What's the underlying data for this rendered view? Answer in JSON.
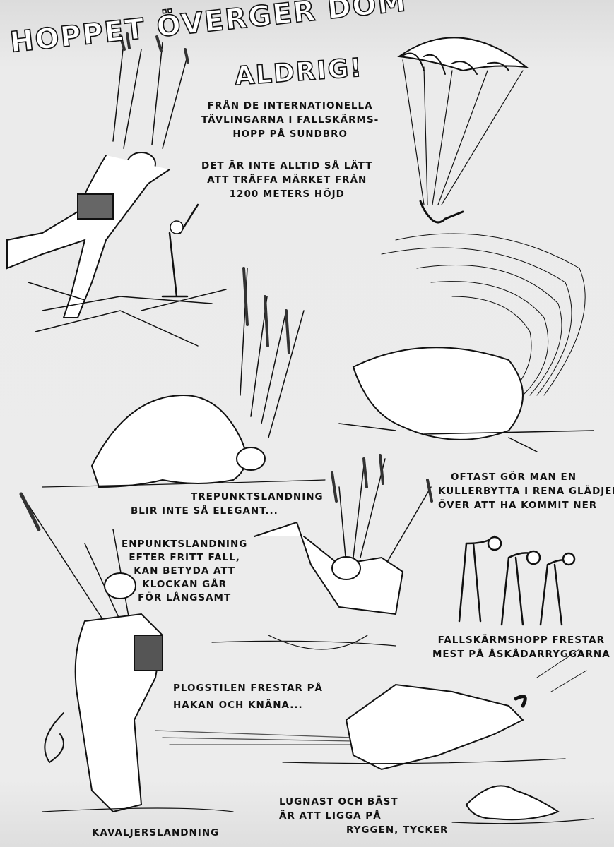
{
  "title": {
    "line1": "HOPPET ÖVERGER DOM",
    "line2": "ALDRIG!"
  },
  "intro": {
    "lines": [
      "FRÅN DE INTERNATIONELLA",
      "TÄVLINGARNA I FALLSKÄRMS-",
      "HOPP PÅ SUNDBRO"
    ]
  },
  "subtitle": {
    "lines": [
      "DET ÄR INTE ALLTID SÅ LÄTT",
      "ATT TRÄFFA MÄRKET FRÅN",
      "1200 METERS HÖJD"
    ]
  },
  "captions": {
    "trepunkt": [
      "TREPUNKTSLANDNING",
      "BLIR INTE SÅ ELEGANT..."
    ],
    "kullerbytta": [
      "OFTAST GÖR MAN EN",
      "KULLERBYTTA I RENA GLÄDJEN",
      "ÖVER ATT HA KOMMIT NER"
    ],
    "enpunkt": [
      "ENPUNKTSLANDNING",
      "EFTER FRITT FALL,",
      "KAN BETYDA ATT",
      "KLOCKAN GÅR",
      "FÖR LÅNGSAMT"
    ],
    "askadare": [
      "FALLSKÄRMSHOPP FRESTAR",
      "MEST PÅ ÅSKÅDARRYGGARNA"
    ],
    "plogstil": [
      "PLOGSTILEN FRESTAR PÅ",
      "HAKAN OCH KNÄNA..."
    ],
    "kavaljer": "KAVALJERSLANDNING",
    "lugnast": [
      "LUGNAST OCH BÄST",
      "ÄR ATT LIGGA PÅ"
    ],
    "ryggen": "RYGGEN, TYCKER"
  }
}
